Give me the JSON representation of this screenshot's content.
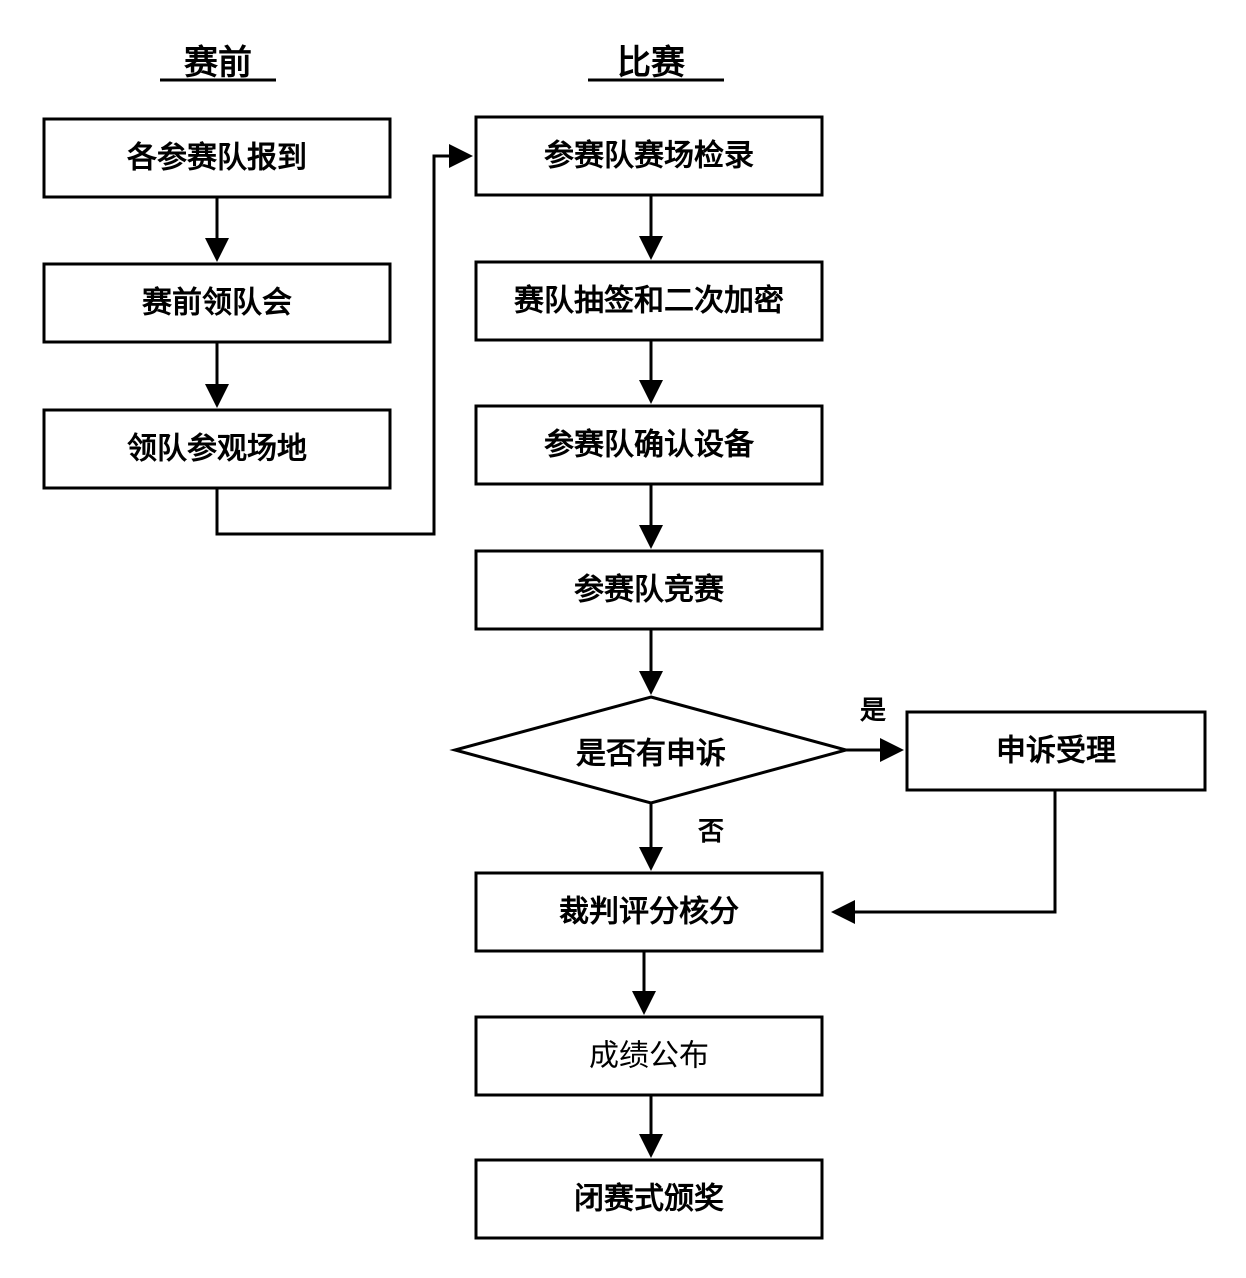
{
  "headings": {
    "pre_match": "赛前",
    "match": "比赛"
  },
  "pre_match_steps": [
    "各参赛队报到",
    "赛前领队会",
    "领队参观场地"
  ],
  "match_steps": [
    "参赛队赛场检录",
    "赛队抽签和二次加密",
    "参赛队确认设备",
    "参赛队竞赛"
  ],
  "decision": {
    "question": "是否有申诉",
    "yes_label": "是",
    "no_label": "否",
    "yes_step": "申诉受理"
  },
  "final_steps": [
    "裁判评分核分",
    "成绩公布",
    "闭赛式颁奖"
  ]
}
